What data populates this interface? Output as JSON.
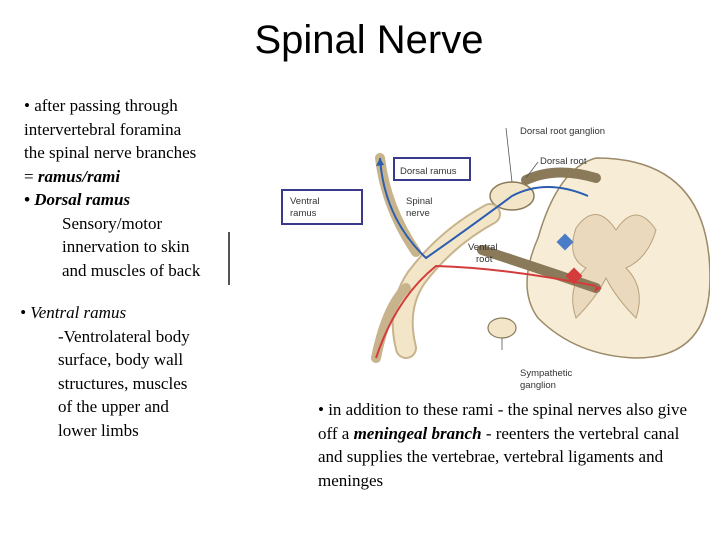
{
  "title": "Spinal Nerve",
  "left_text": {
    "bullet1_line1": "• after passing through",
    "bullet1_line2": "intervertebral foramina",
    "bullet1_line3": "the spinal nerve branches",
    "bullet1_line4_prefix": "= ",
    "bullet1_line4_emph": "ramus/rami",
    "bullet2_heading": "• Dorsal ramus",
    "bullet2_line1": "Sensory/motor",
    "bullet2_line2": "innervation to skin",
    "bullet2_line3": "and muscles of back",
    "bullet3_heading": "• Ventral ramus",
    "bullet3_line1": "-Ventrolateral body",
    "bullet3_line2": "surface, body wall",
    "bullet3_line3": "structures, muscles",
    "bullet3_line4": "of the upper and",
    "bullet3_line5": "lower limbs"
  },
  "right_text": {
    "part1": "• in addition to these rami - the spinal nerves also give off a ",
    "emph": "meningeal branch",
    "part2": " - reenters the vertebral canal and supplies the vertebrae, vertebral ligaments and meninges"
  },
  "diagram_labels": {
    "dorsal_root_ganglion": "Dorsal root ganglion",
    "dorsal_root": "Dorsal root",
    "dorsal_ramus": "Dorsal ramus",
    "ventral_ramus_1": "Ventral",
    "ventral_ramus_2": "ramus",
    "spinal_nerve_1": "Spinal",
    "spinal_nerve_2": "nerve",
    "ventral_root_1": "Ventral",
    "ventral_root_2": "root",
    "sympathetic_ganglion_1": "Sympathetic",
    "sympathetic_ganglion_2": "ganglion"
  },
  "colors": {
    "label_box": "#3a3a8c",
    "nerve_fill": "#f3e6c8",
    "nerve_stroke": "#8a7a5a",
    "sensory": "#2a5db0",
    "motor": "#d43c3c",
    "gray_matter": "#e8dcc6"
  }
}
